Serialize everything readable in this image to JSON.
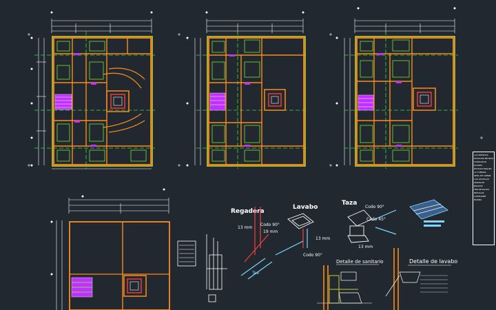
{
  "drawing": {
    "labels": {
      "regadera": "Regadera",
      "lavabo": "Lavabo",
      "taza": "Taza",
      "detalle_lavabo": "Detalle de lavabo",
      "detalle_sanitario": "Detalle de sanitario",
      "codo_90": "Codo 90°",
      "codo_45": "Codo 45°",
      "diam_13": "13 mm",
      "diam_19": "19 mm",
      "te": "Tee"
    },
    "notes": [
      "LAS MEDIDAS",
      "ESTAN EN METROS",
      "CONSULTAR",
      "PLANOS",
      "ESTRUCTURALES",
      "LA TUBERIA",
      "SERA DE COBRE",
      "LAS VALVULAS",
      "SERAN DE",
      "BRONCE",
      "VER DETALLES",
      "INSTALAR",
      "CONFORME",
      "NORMA"
    ],
    "colors": {
      "background": "#212830",
      "wall": "#ff8c1a",
      "frame": "#cccc33",
      "hatch": "#7fff2e",
      "stair": "#c030ff",
      "core": "#ff3d3d",
      "dim": "#ffffff",
      "axis": "#3adf3a"
    }
  }
}
